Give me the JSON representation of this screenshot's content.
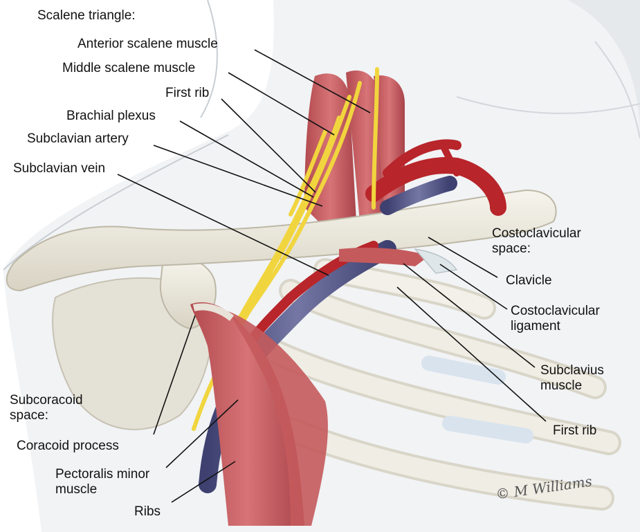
{
  "labels": {
    "scalene_triangle": "Scalene triangle:",
    "anterior_scalene": "Anterior scalene muscle",
    "middle_scalene": "Middle scalene muscle",
    "first_rib_top": "First rib",
    "brachial_plexus": "Brachial plexus",
    "subclavian_artery": "Subclavian artery",
    "subclavian_vein": "Subclavian vein",
    "costoclavicular_space": "Costoclavicular space:",
    "clavicle": "Clavicle",
    "costoclavicular_ligament": "Costoclavicular ligament",
    "subclavius_muscle": "Subclavius muscle",
    "first_rib_bottom": "First rib",
    "subcoracoid_space": "Subcoracoid space:",
    "coracoid_process": "Coracoid process",
    "pectoralis_minor": "Pectoralis minor muscle",
    "ribs": "Ribs"
  },
  "signature": "© M Williams",
  "colors": {
    "background": "#ffffff",
    "body_shade": "#e9ecef",
    "bone": "#ece8dc",
    "muscle": "#c45a5c",
    "nerve": "#f1d53e",
    "artery": "#b8252a",
    "vein": "#545685",
    "leader_line": "#111111",
    "text": "#111111"
  }
}
